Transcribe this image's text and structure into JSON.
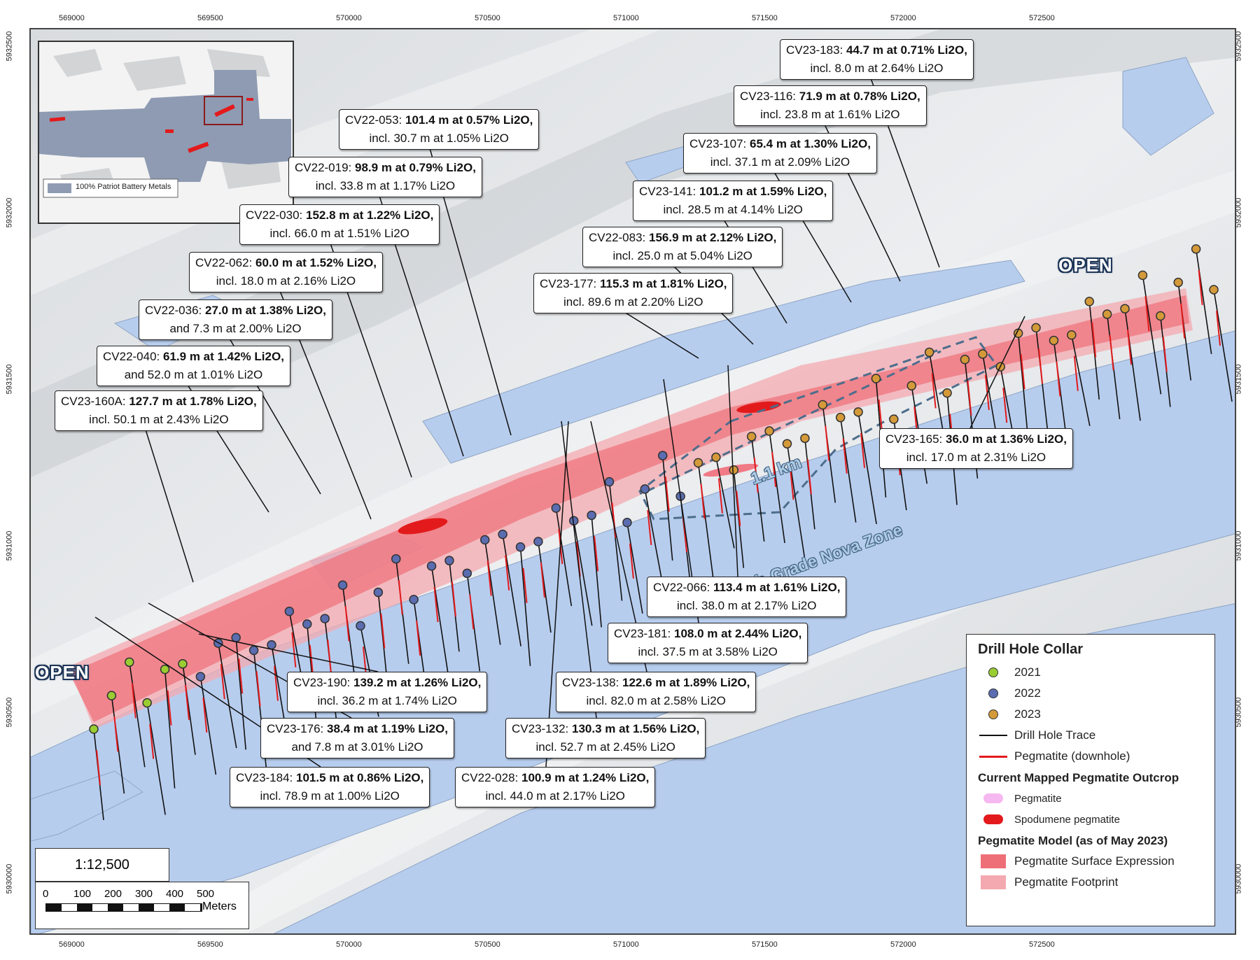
{
  "x_ticks": [
    "569000",
    "569500",
    "570000",
    "570500",
    "571000",
    "571500",
    "572000",
    "572500"
  ],
  "y_ticks": [
    "5932500",
    "5932000",
    "5931500",
    "5931000",
    "5930500",
    "5930000"
  ],
  "inset": {
    "legend_label": "100% Patriot Battery Metals"
  },
  "callouts": [
    {
      "id": "cv23-183",
      "hole": "CV23-183:",
      "line1": "44.7 m at 0.71% Li2O,",
      "line2": "incl. 8.0 m at 2.64% Li2O"
    },
    {
      "id": "cv23-116",
      "hole": "CV23-116:",
      "line1": "71.9 m at 0.78% Li2O,",
      "line2": "incl. 23.8 m at 1.61% Li2O"
    },
    {
      "id": "cv23-107",
      "hole": "CV23-107:",
      "line1": "65.4 m at 1.30% Li2O,",
      "line2": "incl. 37.1 m at 2.09% Li2O"
    },
    {
      "id": "cv23-141",
      "hole": "CV23-141:",
      "line1": "101.2 m at 1.59% Li2O,",
      "line2": "incl. 28.5 m at 4.14% Li2O"
    },
    {
      "id": "cv22-083",
      "hole": "CV22-083:",
      "line1": "156.9 m at 2.12% Li2O,",
      "line2": "incl. 25.0 m at 5.04% Li2O"
    },
    {
      "id": "cv23-177",
      "hole": "CV23-177:",
      "line1": "115.3 m at 1.81% Li2O,",
      "line2": "incl. 89.6 m at 2.20% Li2O"
    },
    {
      "id": "cv22-053",
      "hole": "CV22-053:",
      "line1": "101.4 m at 0.57% Li2O,",
      "line2": "incl. 30.7 m at 1.05% Li2O"
    },
    {
      "id": "cv22-019",
      "hole": "CV22-019:",
      "line1": "98.9 m at 0.79% Li2O,",
      "line2": "incl. 33.8 m at 1.17% Li2O"
    },
    {
      "id": "cv22-030",
      "hole": "CV22-030:",
      "line1": "152.8 m at 1.22% Li2O,",
      "line2": "incl. 66.0 m at 1.51% Li2O"
    },
    {
      "id": "cv22-062",
      "hole": "CV22-062:",
      "line1": "60.0 m at 1.52% Li2O,",
      "line2": "incl. 18.0 m at 2.16% Li2O"
    },
    {
      "id": "cv22-036",
      "hole": "CV22-036:",
      "line1": "27.0 m at 1.38% Li2O,",
      "line2": "and 7.3 m at 2.00% Li2O"
    },
    {
      "id": "cv22-040",
      "hole": "CV22-040:",
      "line1": "61.9 m at 1.42% Li2O,",
      "line2": "and 52.0 m at 1.01% Li2O"
    },
    {
      "id": "cv23-160a",
      "hole": "CV23-160A:",
      "line1": "127.7 m at 1.78% Li2O,",
      "line2": "incl. 50.1 m at 2.43% Li2O"
    },
    {
      "id": "cv23-165",
      "hole": "CV23-165:",
      "line1": "36.0 m at 1.36% Li2O,",
      "line2": "incl. 17.0 m at 2.31% Li2O"
    },
    {
      "id": "cv22-066",
      "hole": "CV22-066:",
      "line1": "113.4 m at 1.61% Li2O,",
      "line2": "incl. 38.0 m at 2.17% Li2O"
    },
    {
      "id": "cv23-181",
      "hole": "CV23-181:",
      "line1": "108.0 m at 2.44% Li2O,",
      "line2": "incl. 37.5 m at 3.58% Li2O"
    },
    {
      "id": "cv23-138",
      "hole": "CV23-138:",
      "line1": "122.6 m at 1.89% Li2O,",
      "line2": "incl. 82.0 m at 2.58% Li2O"
    },
    {
      "id": "cv23-190",
      "hole": "CV23-190:",
      "line1": "139.2 m at 1.26% Li2O,",
      "line2": "incl. 36.2 m at 1.74% Li2O"
    },
    {
      "id": "cv23-176",
      "hole": "CV23-176:",
      "line1": "38.4 m at 1.19% Li2O,",
      "line2": "and 7.8 m at 3.01% Li2O"
    },
    {
      "id": "cv23-132",
      "hole": "CV23-132:",
      "line1": "130.3 m at 1.56% Li2O,",
      "line2": "incl. 52.7 m at 2.45% Li2O"
    },
    {
      "id": "cv23-184",
      "hole": "CV23-184:",
      "line1": "101.5 m at 0.86% Li2O,",
      "line2": "incl. 78.9 m at 1.00% Li2O"
    },
    {
      "id": "cv22-028",
      "hole": "CV22-028:",
      "line1": "100.9 m at 1.24% Li2O,",
      "line2": "incl. 44.0 m at 2.17% Li2O"
    }
  ],
  "labels": {
    "open_left": "OPEN",
    "open_right": "OPEN",
    "distance": "1.1 km",
    "zone": "High-Grade Nova Zone"
  },
  "legend": {
    "title": "Drill Hole Collar",
    "y2021": "2021",
    "y2022": "2022",
    "y2023": "2023",
    "trace": "Drill Hole Trace",
    "pegmatite_downhole": "Pegmatite (downhole)",
    "outcrop_heading": "Current Mapped Pegmatite Outcrop",
    "pegmatite": "Pegmatite",
    "spodumene": "Spodumene pegmatite",
    "model_heading": "Pegmatite Model (as of May 2023)",
    "surface": "Pegmatite Surface Expression",
    "footprint": "Pegmatite Footprint"
  },
  "scale": {
    "ratio": "1:12,500",
    "ticks": [
      "0",
      "100",
      "200",
      "300",
      "400",
      "500"
    ],
    "unit": "Meters"
  },
  "colors": {
    "y2021": "#9acd32",
    "y2022": "#5b6db0",
    "y2023": "#d49a3a",
    "surface": "#ef6f78",
    "footprint": "#f4a9b0",
    "water": "#b7cdee",
    "spodumene": "#e31a1c"
  }
}
